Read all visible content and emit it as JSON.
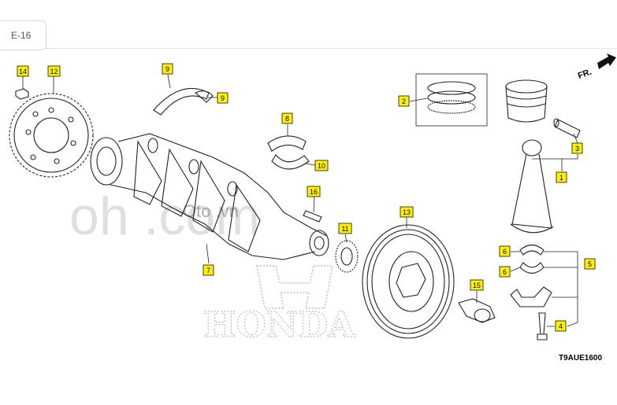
{
  "tab": {
    "label": "E-16"
  },
  "diagram": {
    "code": "T9AUE1600",
    "front_marker": "FR.",
    "watermark_main": "oh    .com",
    "watermark_site": "Oto         .vn",
    "watermark_brand": "HONDA",
    "callouts": {
      "c1": "1",
      "c2": "2",
      "c3": "3",
      "c4": "4",
      "c5": "5",
      "c6a": "6",
      "c6b": "6",
      "c7": "7",
      "c8": "8",
      "c9a": "9",
      "c9b": "9",
      "c10": "10",
      "c11": "11",
      "c12": "12",
      "c13": "13",
      "c14": "14",
      "c15": "15",
      "c16": "16"
    }
  }
}
